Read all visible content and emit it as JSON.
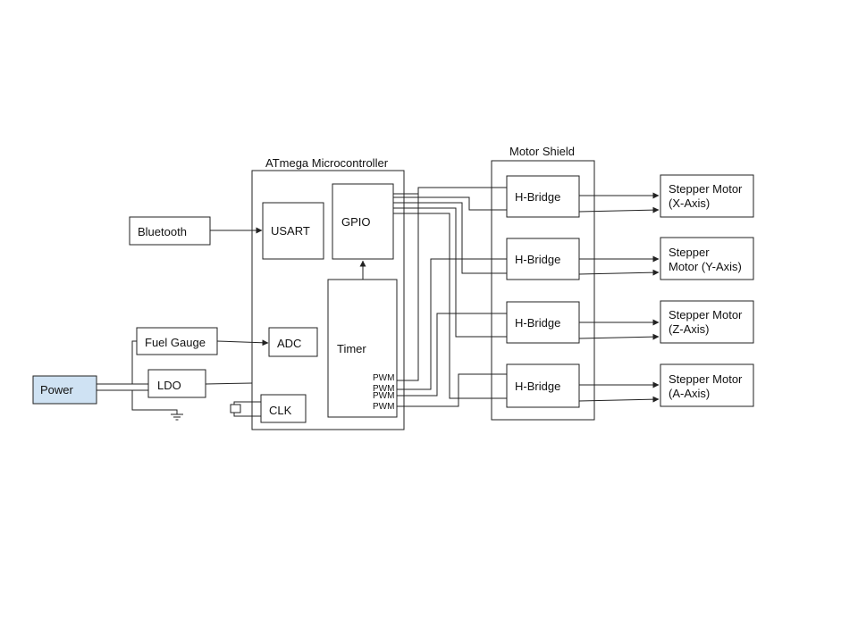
{
  "blocks": {
    "atmega_label": "ATmega Microcontroller",
    "motor_shield_label": "Motor Shield",
    "usart": "USART",
    "gpio": "GPIO",
    "adc": "ADC",
    "timer": "Timer",
    "clk": "CLK",
    "bluetooth": "Bluetooth",
    "fuel_gauge": "Fuel Gauge",
    "ldo": "LDO",
    "power": "Power",
    "pwm": [
      "PWM",
      "PWM",
      "PWM",
      "PWM"
    ],
    "hbridges": [
      "H-Bridge",
      "H-Bridge",
      "H-Bridge",
      "H-Bridge"
    ],
    "motors": [
      [
        "Stepper Motor",
        "(X-Axis)"
      ],
      [
        "Stepper",
        "Motor (Y-Axis)"
      ],
      [
        "Stepper Motor",
        "(Z-Axis)"
      ],
      [
        "Stepper Motor",
        "(A-Axis)"
      ]
    ]
  },
  "colors": {
    "power_fill": "#cfe2f3",
    "line": "#222222"
  }
}
